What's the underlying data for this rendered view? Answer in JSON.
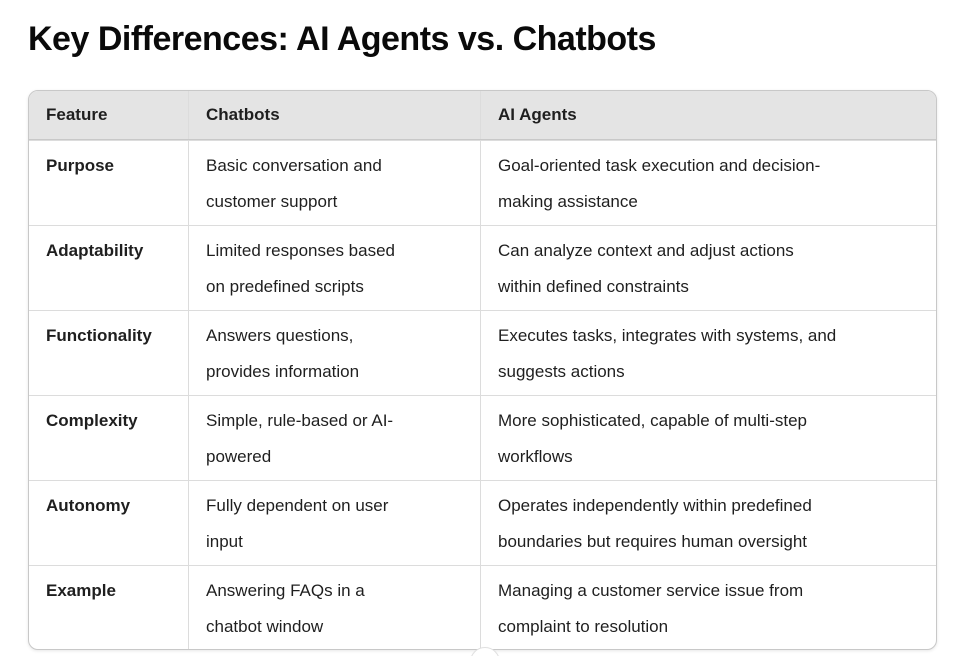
{
  "page_title": "Key Differences: AI Agents vs. Chatbots",
  "colors": {
    "page_background": "#ffffff",
    "header_background": "#e4e4e4",
    "table_border": "#c8c8c8",
    "divider": "#dcdcdc",
    "text": "#1f1f1f",
    "title_text": "#0a0a0a"
  },
  "table": {
    "headers": [
      "Feature",
      "Chatbots",
      "AI Agents"
    ],
    "rows": [
      {
        "feature": "Purpose",
        "chatbots": "Basic conversation and\ncustomer support",
        "ai_agents": "Goal-oriented task execution and decision-\nmaking assistance"
      },
      {
        "feature": "Adaptability",
        "chatbots": "Limited responses based\non predefined scripts",
        "ai_agents": "Can analyze context and adjust actions\nwithin defined constraints"
      },
      {
        "feature": "Functionality",
        "chatbots": "Answers questions,\nprovides information",
        "ai_agents": "Executes tasks, integrates with systems, and\nsuggests actions"
      },
      {
        "feature": "Complexity",
        "chatbots": "Simple, rule-based or AI-\npowered",
        "ai_agents": "More sophisticated, capable of multi-step\nworkflows"
      },
      {
        "feature": "Autonomy",
        "chatbots": "Fully dependent on user\ninput",
        "ai_agents": "Operates independently within predefined\nboundaries but requires human oversight"
      },
      {
        "feature": "Example",
        "chatbots": "Answering FAQs in a\nchatbot window",
        "ai_agents": "Managing a customer service issue from\ncomplaint to resolution"
      }
    ]
  },
  "floating_button": {
    "icon": "circle-handle-icon",
    "label": ""
  }
}
